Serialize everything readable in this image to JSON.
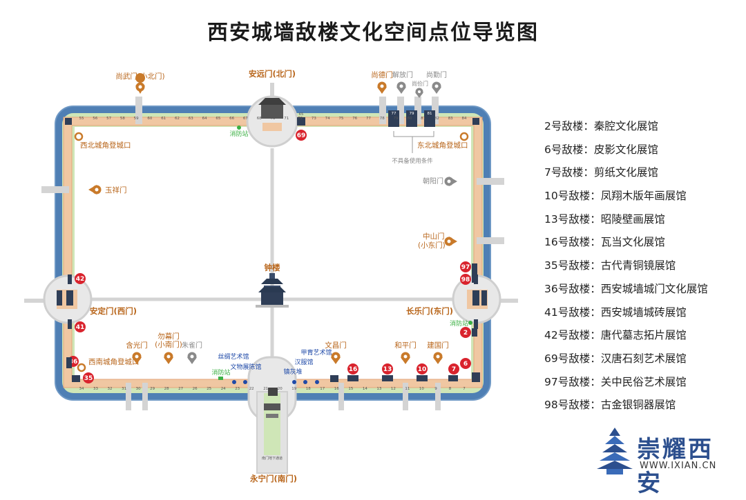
{
  "title": "西安城墙敌楼文化空间点位导览图",
  "colors": {
    "moat": "#4f7fb4",
    "moat_edge": "#6d97c4",
    "park": "#cfe6b7",
    "wall": "#f0c7a2",
    "wall_edge": "#e4a679",
    "road": "#d4d4d4",
    "gate_label": "#b8651a",
    "badge": "#d9232d",
    "museum_blue": "#1f4aa8",
    "fire_green": "#3cb044",
    "logo_blue": "#2c4f8e"
  },
  "gates": {
    "north": "安远门(北门)",
    "south": "永宁门(南门)",
    "west": "安定门(西门)",
    "east": "长乐门(东门)",
    "bell_tower": "钟楼",
    "shangwu": "尚武门(小北门)",
    "shangde": "尚德门",
    "jiefang": "解放门",
    "shangqin": "尚勤门",
    "shangjian": "尚俭门",
    "chaoyang": "朝阳门",
    "zhongshan_1": "中山门",
    "zhongshan_2": "(小东门)",
    "yuxiang": "玉祥门",
    "hanguang": "含光门",
    "qinmu_1": "勿幕门",
    "qinmu_2": "(小南门)",
    "zhuque": "朱雀门",
    "wenchang": "文昌门",
    "heping": "和平门",
    "jianguo": "建国门"
  },
  "corners": {
    "nw": "西北城角登城口",
    "ne": "东北城角登城口",
    "sw": "西南城角登城口"
  },
  "notes": {
    "unavailable": "不具备使用条件",
    "fire_station_n": "消防站",
    "fire_station_e": "消防站",
    "fire_station_s": "消防站",
    "south_plate": "南门地下通道"
  },
  "venues": {
    "silk": "丝绸艺术馆",
    "relics": "文物展陈馆",
    "hanfu": "汉服馆",
    "jiazhou": "甲胄艺术馆",
    "weapon": "镇灰堆"
  },
  "badges": {
    "b69": "69",
    "b42": "42",
    "b41": "41",
    "b36": "36",
    "b35": "35",
    "b16": "16",
    "b13": "13",
    "b10": "10",
    "b7": "7",
    "b6": "6",
    "b2": "2",
    "b97": "97",
    "b98": "98"
  },
  "tower_numbers": {
    "north": [
      "55",
      "56",
      "57",
      "58",
      "59",
      "60",
      "61",
      "62",
      "63",
      "64",
      "65",
      "66",
      "67",
      "68",
      "70",
      "71",
      "72",
      "73",
      "74",
      "75",
      "76",
      "77",
      "78",
      "79",
      "80",
      "81",
      "82",
      "83",
      "84"
    ],
    "south": [
      "34",
      "33",
      "32",
      "31",
      "30",
      "29",
      "28",
      "27",
      "26",
      "25",
      "24",
      "23",
      "22",
      "21",
      "20",
      "19",
      "18",
      "17",
      "16",
      "15",
      "14",
      "13",
      "12",
      "11",
      "10",
      "9",
      "8",
      "7"
    ],
    "north_labeled": {
      "n65": "65",
      "n77": "77",
      "n79": "79",
      "n81": "81"
    }
  },
  "legend": [
    "2号敌楼：秦腔文化展馆",
    "6号敌楼：皮影文化展馆",
    "7号敌楼：剪纸文化展馆",
    "10号敌楼：凤翔木版年画展馆",
    "13号敌楼：昭陵壁画展馆",
    "16号敌楼：瓦当文化展馆",
    "35号敌楼：古代青铜镜展馆",
    "36号敌楼：西安城墙城门文化展馆",
    "41号敌楼：西安城墙城砖展馆",
    "42号敌楼：唐代墓志拓片展馆",
    "69号敌楼：汉唐石刻艺术展馆",
    "97号敌楼：关中民俗艺术展馆",
    "98号敌楼：古金银铜器展馆"
  ],
  "logo": {
    "name": "崇耀西安",
    "url": "WWW.IXIAN.CN"
  }
}
